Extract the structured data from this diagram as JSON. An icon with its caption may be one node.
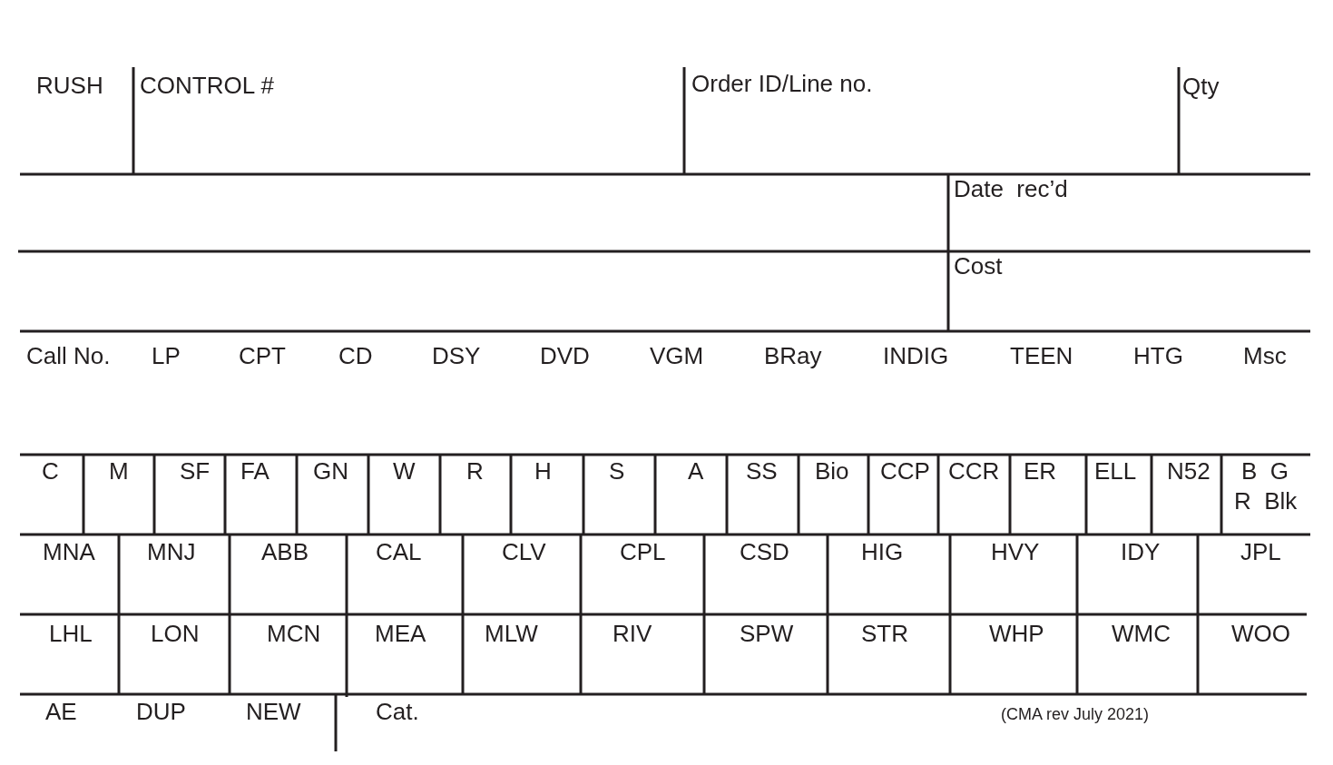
{
  "diagram": {
    "labels": [
      "RUSH",
      "CONTROL #",
      "Order ID/Line no.",
      "Qty",
      "Date  rec’d",
      "Cost",
      "Call No.",
      "LP",
      "CPT",
      "CD",
      "DSY",
      "DVD",
      "VGM",
      "BRay",
      "INDIG",
      "TEEN",
      "HTG",
      "Msc",
      "C",
      "M",
      "SF",
      "FA",
      "GN",
      "W",
      "R",
      "H",
      "S",
      "A",
      "SS",
      "Bio",
      "CCP",
      "CCR",
      "ER",
      "ELL",
      "N52",
      "B  G",
      "R  Blk",
      "MNA",
      "MNJ",
      "ABB",
      "CAL",
      "CLV",
      "CPL",
      "CSD",
      "HIG",
      "HVY",
      "IDY",
      "JPL",
      "LHL",
      "LON",
      "MCN",
      "MEA",
      "MLW",
      "RIV",
      "SPW",
      "STR",
      "WHP",
      "WMC",
      "WOO",
      "AE",
      "DUP",
      "NEW",
      "Cat.",
      "(CMA rev July 2021)"
    ]
  }
}
